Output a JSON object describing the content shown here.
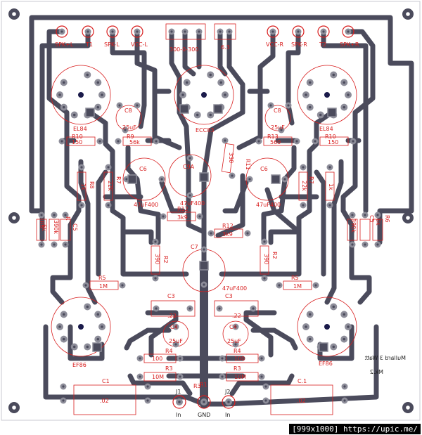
{
  "caption": "[999x1000] https://upic.me/",
  "colors": {
    "trace": "#4b4b5c",
    "pad": "#8d8d99",
    "silk": "#d81e1e",
    "bg": "#ffffff"
  },
  "terminals": [
    "SPK+L",
    "T1",
    "SPK-L",
    "VCC-L",
    "300-0-300",
    "6.3",
    "VCC-R",
    "SPK-R",
    "T2",
    "SPK+R"
  ],
  "tubes": {
    "el84_l": "EL84",
    "ecc_c": "ECC83",
    "el84_r": "EL84",
    "ef86_l": "EF86",
    "ef86_r": "EF86"
  },
  "caps": {
    "c8l": "C8",
    "c8r": "C8",
    "c8_val": "25uF",
    "c6l": "C6",
    "c6r": "C6",
    "c6_val": "47uF400",
    "c9a": "C9A",
    "c9a_val": "47uF400",
    "c7": "C7",
    "c7_val": "47uF400",
    "c3l": "C3",
    "c3r": "C3",
    "c3_val": ".22",
    "c4l": "C4",
    "c4r": "C4",
    "c4_val": "25uF",
    "c1l": "C1",
    "c1r": "C.1",
    "c1_val": ".02",
    "c5l": "C5",
    "c5r": "C5"
  },
  "resistors": {
    "r10l": "R10",
    "r10l_val": "150",
    "r9l": "R9",
    "r9l_val": "56k",
    "r13r": "R13",
    "r13r_val": "560",
    "r10r": "R10",
    "r10r_val": "150",
    "r8l": "R8",
    "r8_val": "1k",
    "r7l": "R7",
    "r7_val": "22k",
    "r7r": "R7",
    "r12a": "R12",
    "r12a_val": "3k9",
    "r12b": "R12",
    "r12b_val": "3k9",
    "r11": "R11",
    "r11_val": "330",
    "r2l": "R2",
    "r2_val": "390",
    "r2r": "R2",
    "r5l": "R5",
    "r5_val": "1M",
    "r5r": "R5",
    "r4l": "R4",
    "r4_val": "100",
    "r4r": "R4",
    "r3l": "R3",
    "r3_val": "10M",
    "r3r": "R3",
    "r6l": "R6",
    "r6_val": "6k",
    "r6r": "R6",
    "r_l": "R",
    "r_l_val": "390k",
    "r_r_val": "390k",
    "r3a": "R3",
    "r3a_val": "10M"
  },
  "jacks": {
    "j1": "J1",
    "j2": "J2",
    "in_l": "In",
    "in_r": "In",
    "gnd": "GND",
    "r1": "R1"
  },
  "mirror_text": {
    "line1": "Mullard 3 Watt",
    "line2": "Mk.2"
  }
}
